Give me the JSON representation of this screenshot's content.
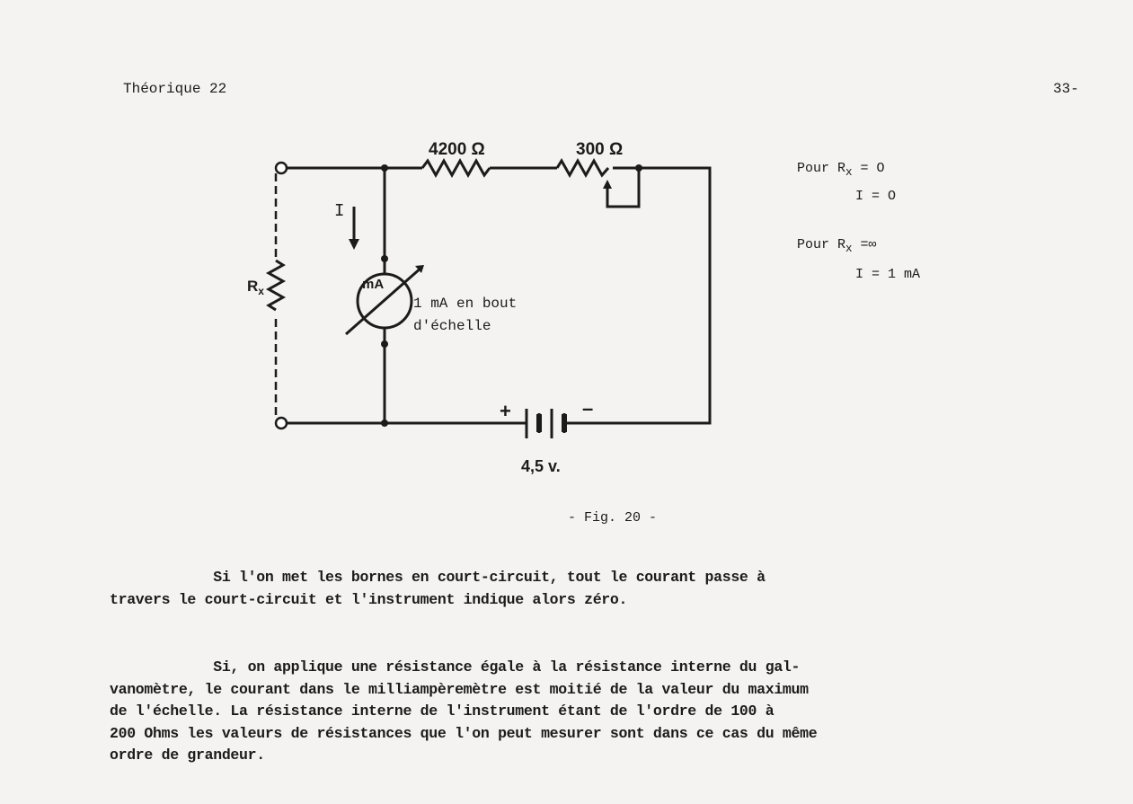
{
  "header": {
    "left": "Théorique 22",
    "right": "33-"
  },
  "figure": {
    "r1_label": "4200 Ω",
    "r2_label": "300 Ω",
    "current_label": "I",
    "rx_label": "R",
    "rx_sub": "x",
    "meter_label": "mA",
    "meter_note_1": "1 mA en bout",
    "meter_note_2": "d'échelle",
    "battery_plus": "+",
    "battery_minus": "–",
    "battery_label": "4,5 v.",
    "caption": "- Fig. 20 -"
  },
  "conditions": [
    {
      "label": "Pour R",
      "sub": "x",
      "rel": "= O",
      "i_line": "I  = O"
    },
    {
      "label": "Pour R",
      "sub": "x",
      "rel": "=∞",
      "i_line": "I  = 1 mA"
    }
  ],
  "paragraphs": [
    [
      "            Si l'on met les bornes en court-circuit, tout le courant passe à",
      "travers le court-circuit et l'instrument indique alors zéro."
    ],
    [
      "            Si, on applique une résistance égale à la résistance interne du gal-",
      "vanomètre, le courant dans le milliampèremètre est moitié de la valeur du maximum",
      "de l'échelle. La résistance interne de l'instrument étant de l'ordre de 100 à",
      "200 Ohms les valeurs de résistances que l'on peut mesurer sont dans ce cas du même",
      "ordre de grandeur."
    ]
  ]
}
